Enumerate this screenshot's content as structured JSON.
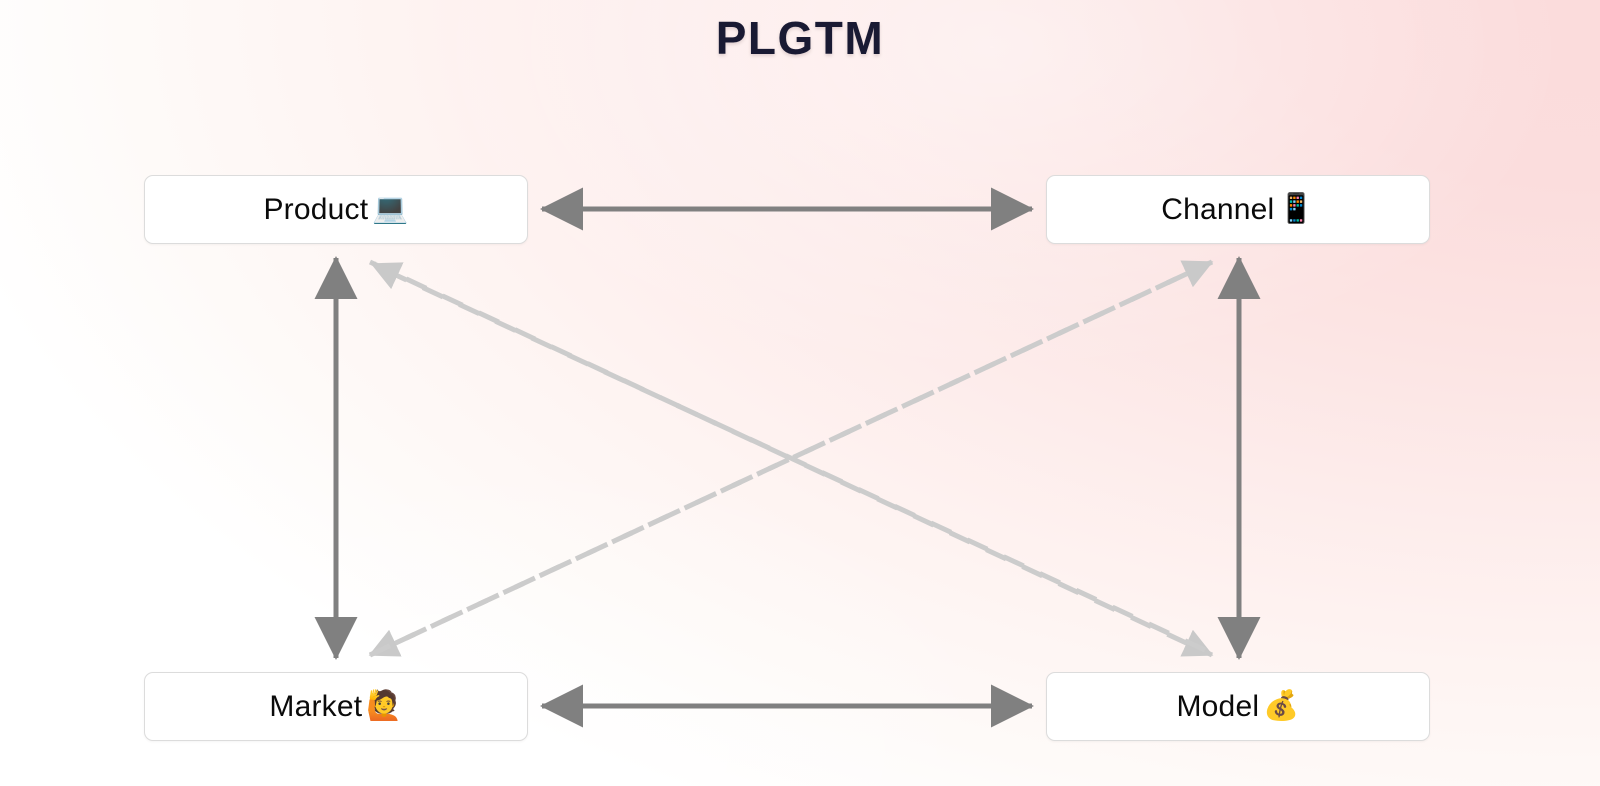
{
  "page": {
    "title": "PLGTM",
    "background_from": "#ffffff",
    "background_to": "#fbdcdc",
    "title_color": "#191a33"
  },
  "diagram": {
    "type": "relationship-diagram",
    "node_fill": "#ffffff",
    "node_border": "#dcdcdc",
    "solid_edge_color": "#808080",
    "dashed_edge_color": "#cccccc",
    "nodes": [
      {
        "id": "product",
        "label": "Product",
        "emoji": "💻",
        "emoji_name": "laptop-emoji",
        "position": "top-left"
      },
      {
        "id": "channel",
        "label": "Channel",
        "emoji": "📱",
        "emoji_name": "mobile-phone-emoji",
        "position": "top-right"
      },
      {
        "id": "market",
        "label": "Market",
        "emoji": "🙋",
        "emoji_name": "person-raising-hand-emoji",
        "position": "bottom-left"
      },
      {
        "id": "model",
        "label": "Model",
        "emoji": "💰",
        "emoji_name": "money-bag-emoji",
        "position": "bottom-right"
      }
    ],
    "edges": [
      {
        "id": "product-channel",
        "from": "product",
        "to": "channel",
        "style": "solid",
        "direction": "bidirectional",
        "color": "#808080"
      },
      {
        "id": "market-model",
        "from": "market",
        "to": "model",
        "style": "solid",
        "direction": "bidirectional",
        "color": "#808080"
      },
      {
        "id": "product-market",
        "from": "product",
        "to": "market",
        "style": "solid",
        "direction": "bidirectional",
        "color": "#808080"
      },
      {
        "id": "channel-model",
        "from": "channel",
        "to": "model",
        "style": "solid",
        "direction": "bidirectional",
        "color": "#808080"
      },
      {
        "id": "product-model",
        "from": "product",
        "to": "model",
        "style": "dashed",
        "direction": "bidirectional",
        "color": "#cccccc"
      },
      {
        "id": "market-channel",
        "from": "market",
        "to": "channel",
        "style": "dashed",
        "direction": "bidirectional",
        "color": "#cccccc"
      }
    ]
  }
}
